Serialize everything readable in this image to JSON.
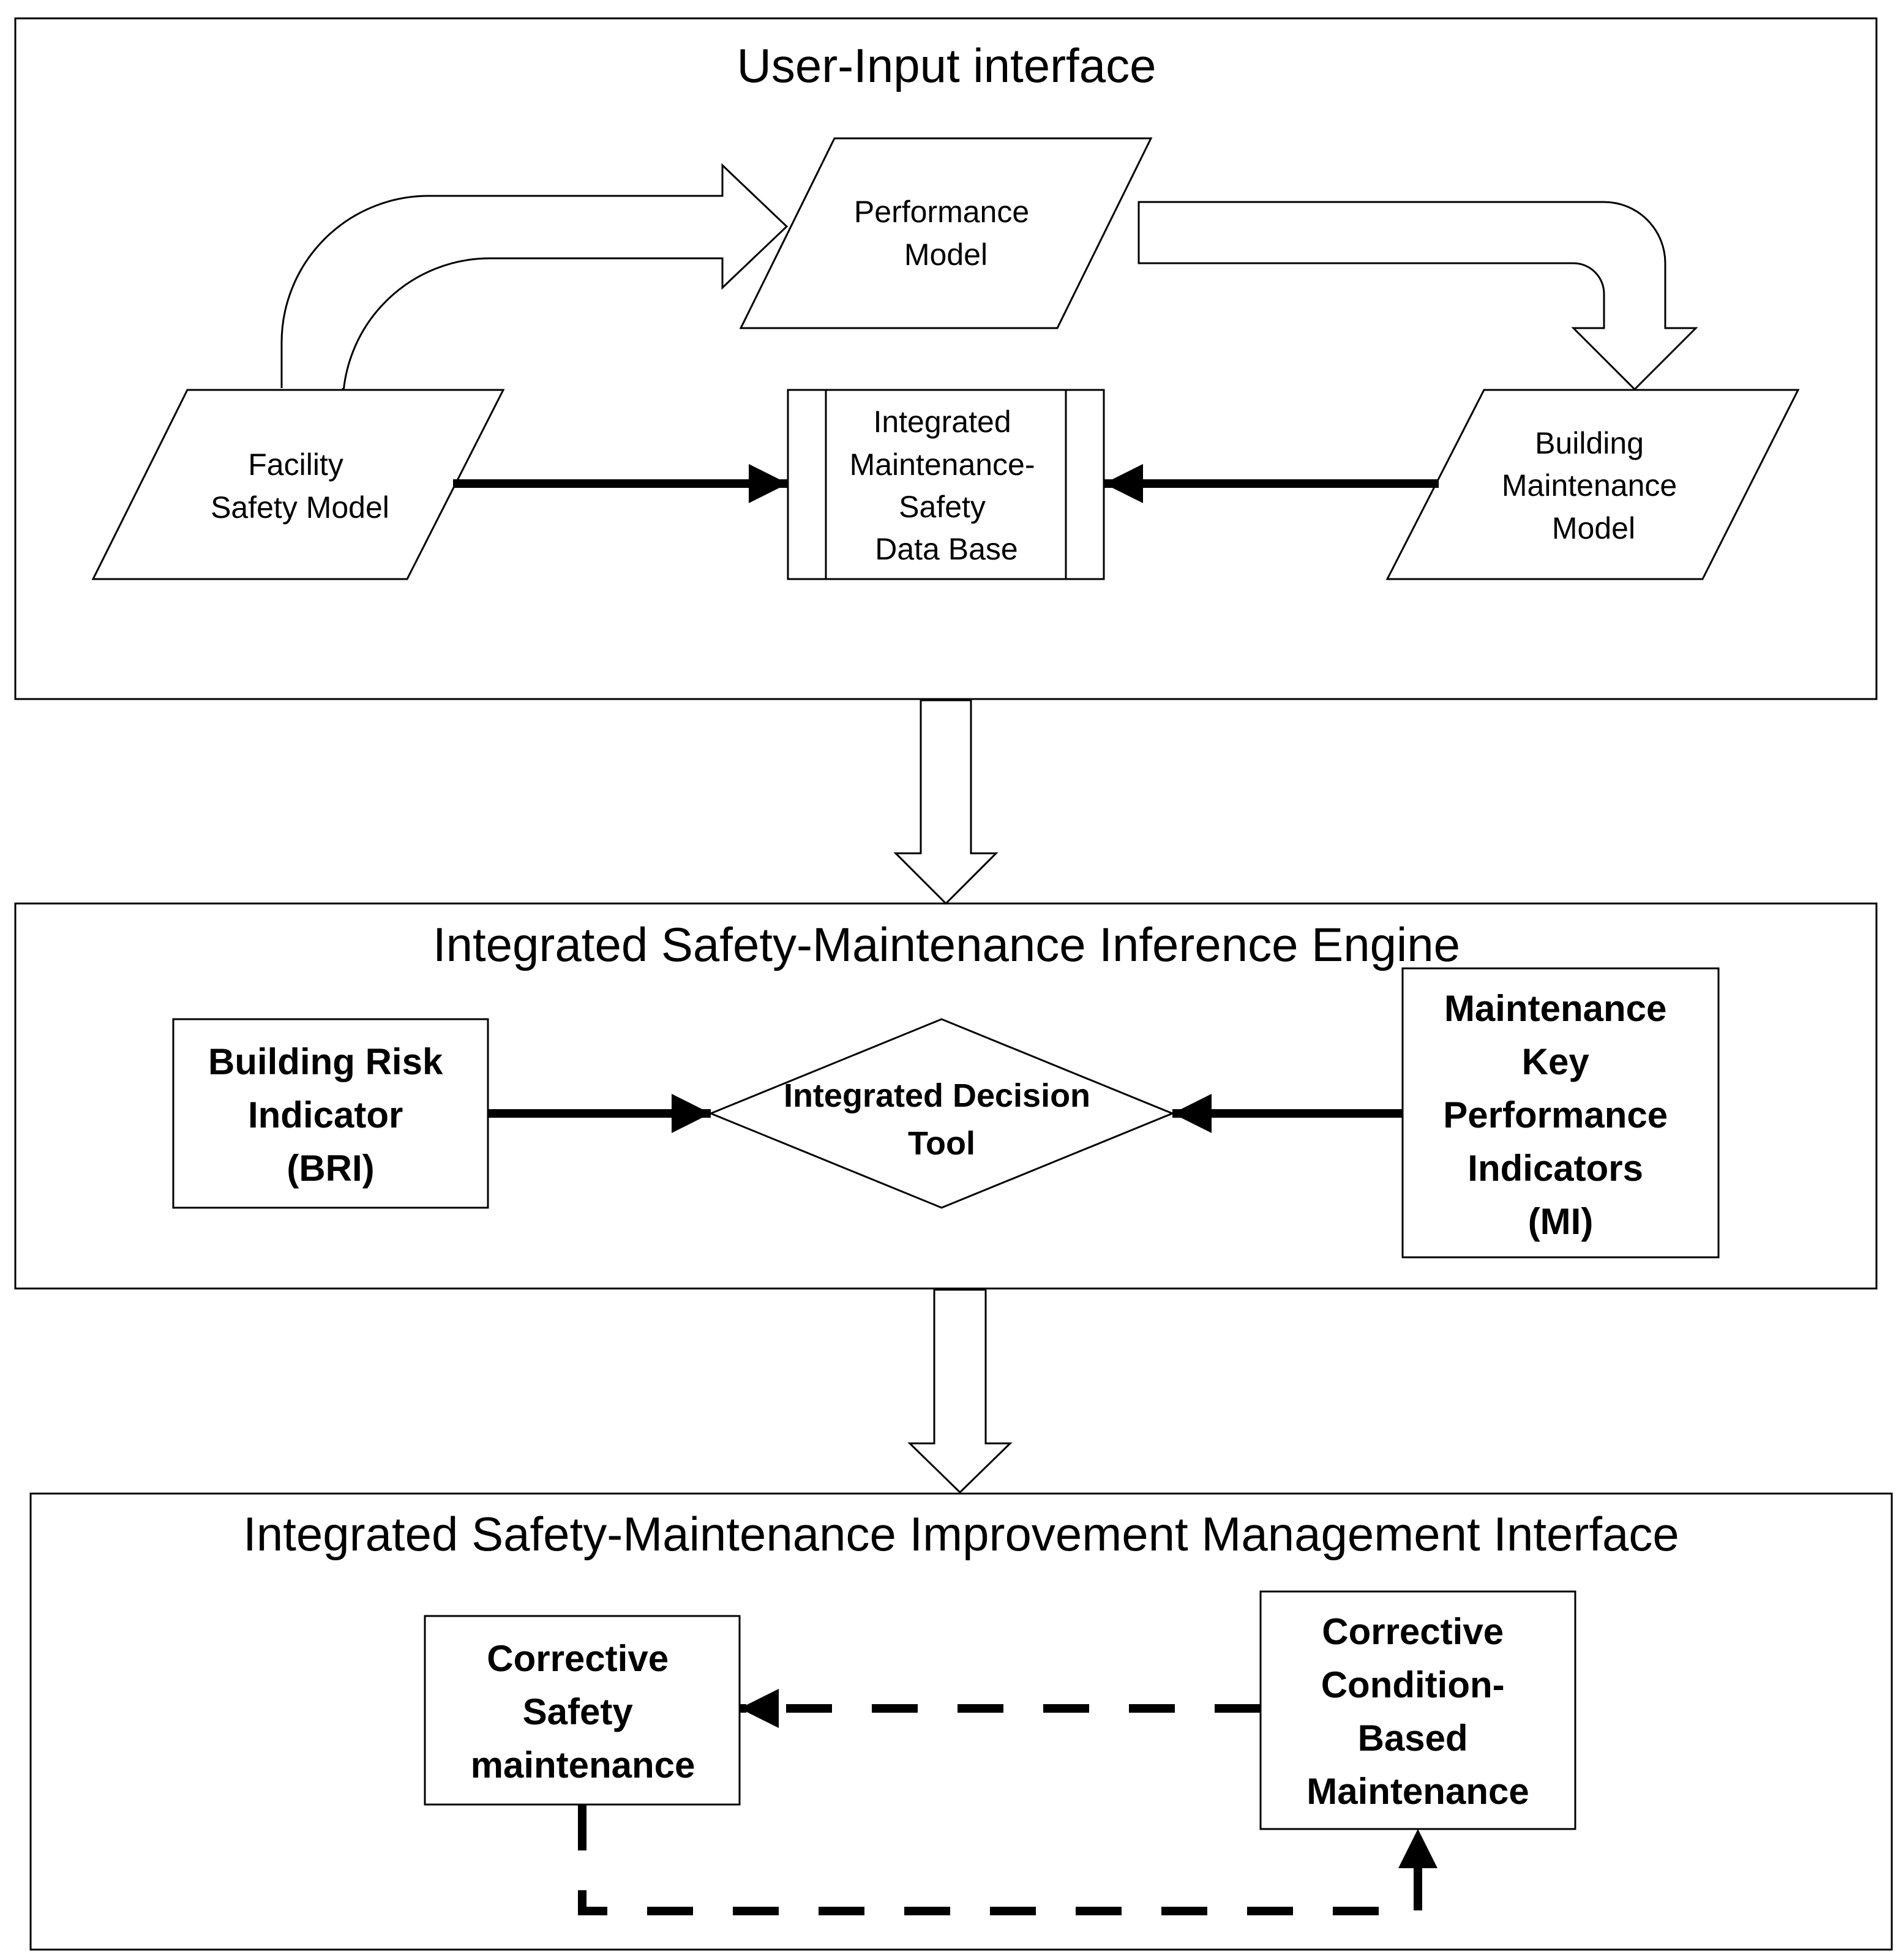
{
  "panels": {
    "input_title": "User-Input interface",
    "engine_title": "Integrated Safety-Maintenance Inference Engine",
    "mgmt_title": "Integrated Safety-Maintenance Improvement Management Interface"
  },
  "nodes": {
    "performance": [
      "Performance",
      "Model"
    ],
    "facility": [
      "Facility",
      "Safety Model"
    ],
    "database": [
      "Integrated",
      "Maintenance-",
      "Safety",
      "Data Base"
    ],
    "building": [
      "Building",
      "Maintenance",
      "Model"
    ],
    "bri": [
      "Building Risk",
      "Indicator",
      "(BRI)"
    ],
    "decision": [
      "Integrated Decision",
      "Tool"
    ],
    "mi": [
      "Maintenance",
      "Key",
      "Performance",
      "Indicators",
      "(MI)"
    ],
    "corrective_safety": [
      "Corrective",
      "Safety",
      "maintenance"
    ],
    "corrective_cbm": [
      "Corrective",
      "Condition-",
      "Based",
      "Maintenance"
    ]
  }
}
